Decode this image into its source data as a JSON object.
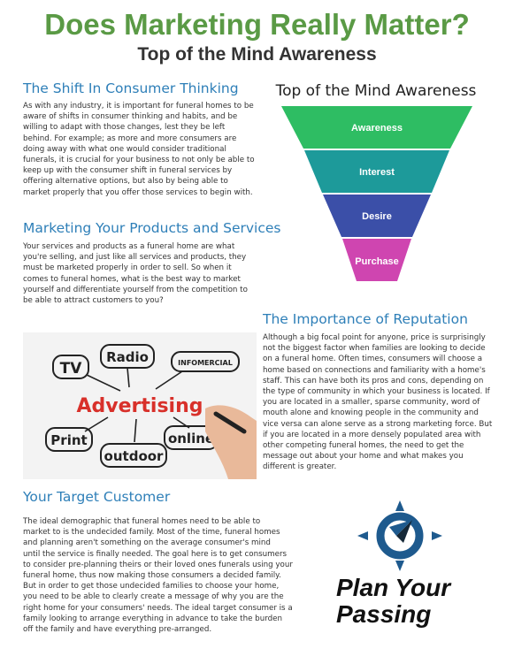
{
  "header": {
    "title": "Does Marketing Really Matter?",
    "subtitle": "Top of the Mind Awareness"
  },
  "sections": {
    "shift": {
      "heading": "The Shift In Consumer Thinking",
      "lines": [
        "As with any industry, it is important for funeral homes to be",
        "aware of shifts in consumer thinking and habits, and be",
        "willing to adapt with those changes, lest they be left",
        "behind. For example; as more and more consumers are",
        "doing away with what one would consider traditional",
        "funerals, it is crucial for your business to not only be able to",
        "keep up with the consumer shift in funeral services by",
        "offering alternative options, but also by being able to",
        "market properly that you offer those services to begin with."
      ]
    },
    "marketing": {
      "heading": "Marketing Your Products and Services",
      "lines": [
        "Your services and products as a funeral home are what",
        "you're selling, and just like all services and products, they",
        "must be marketed properly in order to sell. So when it",
        "comes to funeral homes, what is the best way to market",
        "yourself and differentiate yourself from the competition to",
        "be able to attract customers to you?"
      ]
    },
    "reputation": {
      "heading": "The Importance of Reputation",
      "lines": [
        "Although a big focal point for anyone, price is surprisingly",
        "not the biggest factor when families are looking to decide",
        "on a funeral home. Often times, consumers will choose a",
        "home based on connections and familiarity with a home's",
        "staff. This can have both its pros and cons, depending on",
        "the type of community in which your business is located. If",
        "you are located in a smaller, sparse community, word of",
        "mouth alone and knowing people in the community and",
        "vice versa can alone serve as a strong marketing force. But",
        "if you are located in a more densely populated area with",
        "other competing funeral homes, the need to get the",
        "message out about your home and what makes you",
        "different is greater."
      ]
    },
    "target": {
      "heading": "Your Target Customer",
      "lines": [
        "The ideal demographic that funeral homes need to be able to",
        "market to is the undecided family. Most of the time, funeral homes",
        "and planning aren't something on the average consumer's mind",
        "until the service is finally needed. The goal here is to get consumers",
        "to consider pre-planning theirs or their loved ones funerals using your",
        "funeral home, thus now making those consumers a decided family.",
        "But in order to get those undecided families to choose your home,",
        "you need to be able to clearly create a message of why you are the",
        "right home for your consumers' needs. The ideal target consumer is a",
        "family looking to arrange everything in advance to take the burden",
        "off the family and have everything pre-arranged."
      ]
    }
  },
  "funnel": {
    "title": "Top of the Mind Awareness",
    "stages": [
      {
        "label": "Awareness",
        "color": "#2ebd63"
      },
      {
        "label": "Interest",
        "color": "#1d9a9a"
      },
      {
        "label": "Desire",
        "color": "#3b4fa8"
      },
      {
        "label": "Purchase",
        "color": "#cf45b0"
      }
    ]
  },
  "ad_image": {
    "center": "Advertising",
    "words": [
      "TV",
      "Radio",
      "INFOMERCIAL",
      "Print",
      "online",
      "outdoor"
    ],
    "accent": "#d8302a"
  },
  "logo": {
    "line1": "Plan Your",
    "line2": "Passing",
    "blue": "#1e5a8e",
    "dark": "#152838"
  }
}
